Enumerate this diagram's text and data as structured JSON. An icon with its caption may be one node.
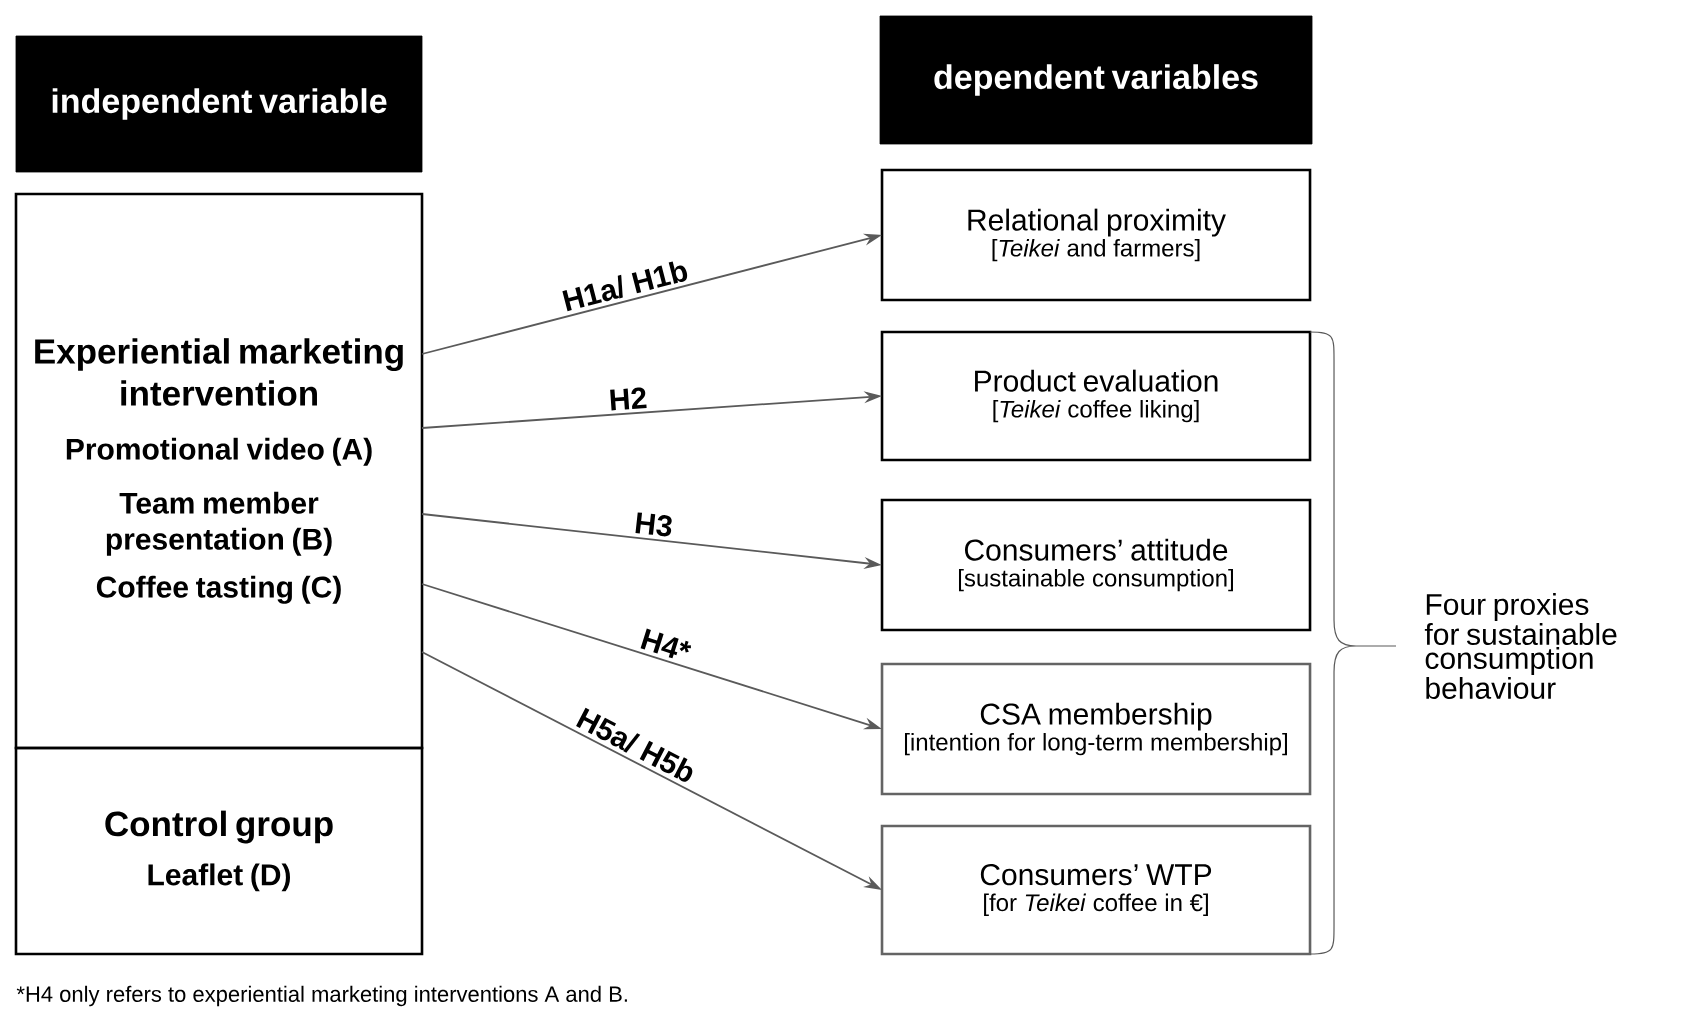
{
  "diagram": {
    "caption": "*H4 only refers to experiential marketing interventions A and B.",
    "nodes": [
      {
        "text": [
          "independent variable"
        ]
      },
      {
        "text": [
          "Experiential marketing intervention",
          "Promotional video (A)",
          "Team member presentation (B)",
          "Coffee tasting (C)"
        ]
      },
      {
        "text": [
          "Control group",
          "Leaflet (D)"
        ]
      },
      {
        "text": [
          "dependent variables"
        ]
      },
      {
        "text": [
          "Relational proximity",
          "[*Teikei* and farmers]"
        ]
      },
      {
        "text": [
          "Product evaluation",
          "[*Teikei* coffee liking]"
        ]
      },
      {
        "text": [
          "Consumers’ attitude",
          "[sustainable consumption]"
        ]
      },
      {
        "text": [
          "CSA membership",
          "[intention for long-term membership]"
        ]
      },
      {
        "text": [
          "Consumers’ WTP",
          "[for *Teikei* coffee in €]"
        ]
      }
    ],
    "edges": [
      {
        "from": 1,
        "to": 4,
        "arrow": "to",
        "label": "H1a/ H1b"
      },
      {
        "from": 1,
        "to": 5,
        "arrow": "to",
        "label": "H2"
      },
      {
        "from": 1,
        "to": 6,
        "arrow": "to",
        "label": "H3"
      },
      {
        "from": 1,
        "to": 7,
        "arrow": "to",
        "label": "H4*"
      },
      {
        "from": 1,
        "to": 8,
        "arrow": "to",
        "label": "H5a/ H5b"
      }
    ],
    "labels": [
      "Four proxies for sustainable consumption behaviour"
    ]
  }
}
